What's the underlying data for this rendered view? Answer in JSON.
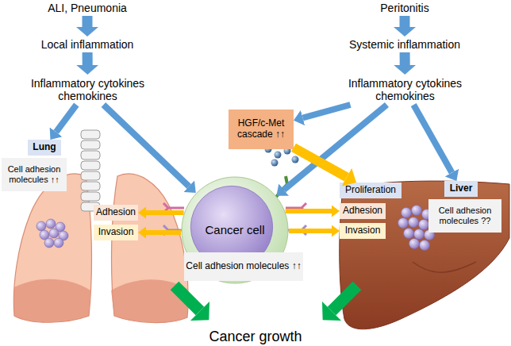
{
  "diagram": {
    "nodes": [
      {
        "text": [
          "ALI, Pneumonia"
        ]
      },
      {
        "text": [
          "Peritonitis"
        ]
      },
      {
        "text": [
          "Local inflammation"
        ]
      },
      {
        "text": [
          "Systemic inflammation"
        ]
      },
      {
        "text": [
          "Inflammatory cytokines chemokines"
        ]
      },
      {
        "text": [
          "Inflammatory cytokines chemokines"
        ]
      },
      {
        "text": [
          "HGF/c-Met cascade ↑↑"
        ]
      },
      {
        "text": [
          "Lung"
        ]
      },
      {
        "text": [
          "Cell adhesion molecules ↑↑"
        ]
      },
      {
        "text": [
          "Liver"
        ]
      },
      {
        "text": [
          "Cell adhesion molecules ??"
        ]
      },
      {
        "text": [
          "Cancer cell"
        ]
      },
      {
        "text": [
          "Adhesion"
        ]
      },
      {
        "text": [
          "Invasion"
        ]
      },
      {
        "text": [
          "Proliferation"
        ]
      },
      {
        "text": [
          "Adhesion"
        ]
      },
      {
        "text": [
          "Invasion"
        ]
      },
      {
        "text": [
          "Cell adhesion molecules ↑↑"
        ]
      }
    ],
    "edges": [
      {
        "from": 0,
        "to": 2,
        "arrow": "to"
      },
      {
        "from": 2,
        "to": 4,
        "arrow": "to"
      },
      {
        "from": 1,
        "to": 3,
        "arrow": "to"
      },
      {
        "from": 3,
        "to": 5,
        "arrow": "to"
      },
      {
        "from": 4,
        "to": 7,
        "arrow": "to"
      },
      {
        "from": 4,
        "to": 11,
        "arrow": "to"
      },
      {
        "from": 5,
        "to": 6,
        "arrow": "to"
      },
      {
        "from": 5,
        "to": 11,
        "arrow": "to"
      },
      {
        "from": 5,
        "to": 9,
        "arrow": "to"
      },
      {
        "from": 6,
        "to": 14,
        "arrow": "to"
      },
      {
        "from": 11,
        "to": 12,
        "arrow": "to"
      },
      {
        "from": 11,
        "to": 13,
        "arrow": "to"
      },
      {
        "from": 11,
        "to": 15,
        "arrow": "to"
      },
      {
        "from": 11,
        "to": 16,
        "arrow": "to"
      }
    ],
    "labels": [
      "Cancer growth"
    ]
  }
}
